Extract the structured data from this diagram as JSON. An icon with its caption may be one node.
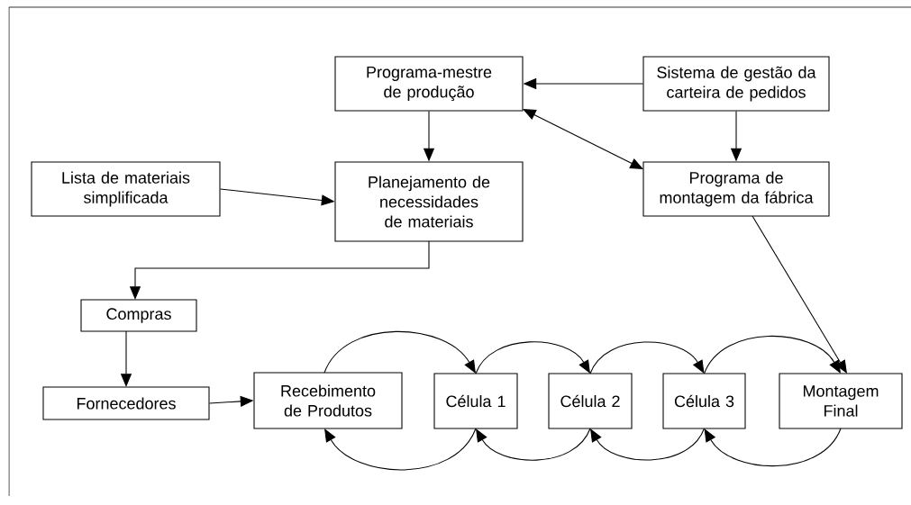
{
  "diagram": {
    "nodes": [
      {
        "text": [
          "Programa-mestre de produção"
        ]
      },
      {
        "text": [
          "Sistema de gestão da carteira de pedidos"
        ]
      },
      {
        "text": [
          "Lista de materiais simplificada"
        ]
      },
      {
        "text": [
          "Planejamento de necessidades de materiais"
        ]
      },
      {
        "text": [
          "Programa de montagem da fábrica"
        ]
      },
      {
        "text": [
          "Compras"
        ]
      },
      {
        "text": [
          "Fornecedores"
        ]
      },
      {
        "text": [
          "Recebimento de Produtos"
        ]
      },
      {
        "text": [
          "Célula 1"
        ]
      },
      {
        "text": [
          "Célula 2"
        ]
      },
      {
        "text": [
          "Célula 3"
        ]
      },
      {
        "text": [
          "Montagem Final"
        ]
      }
    ],
    "edges": [
      {
        "from": 1,
        "to": 0,
        "arrow": "to"
      },
      {
        "from": 0,
        "to": 3,
        "arrow": "to"
      },
      {
        "from": 0,
        "to": 4,
        "arrow": "both"
      },
      {
        "from": 1,
        "to": 4,
        "arrow": "to"
      },
      {
        "from": 2,
        "to": 3,
        "arrow": "to"
      },
      {
        "from": 3,
        "to": 5,
        "arrow": "to"
      },
      {
        "from": 5,
        "to": 6,
        "arrow": "to"
      },
      {
        "from": 6,
        "to": 7,
        "arrow": "to"
      },
      {
        "from": 4,
        "to": 11,
        "arrow": "to"
      },
      {
        "from": 7,
        "to": 8,
        "arrow": "to"
      },
      {
        "from": 8,
        "to": 9,
        "arrow": "to"
      },
      {
        "from": 9,
        "to": 10,
        "arrow": "to"
      },
      {
        "from": 10,
        "to": 11,
        "arrow": "to"
      },
      {
        "from": 8,
        "to": 7,
        "arrow": "to"
      },
      {
        "from": 9,
        "to": 8,
        "arrow": "to"
      },
      {
        "from": 10,
        "to": 9,
        "arrow": "to"
      },
      {
        "from": 11,
        "to": 10,
        "arrow": "to"
      }
    ]
  }
}
